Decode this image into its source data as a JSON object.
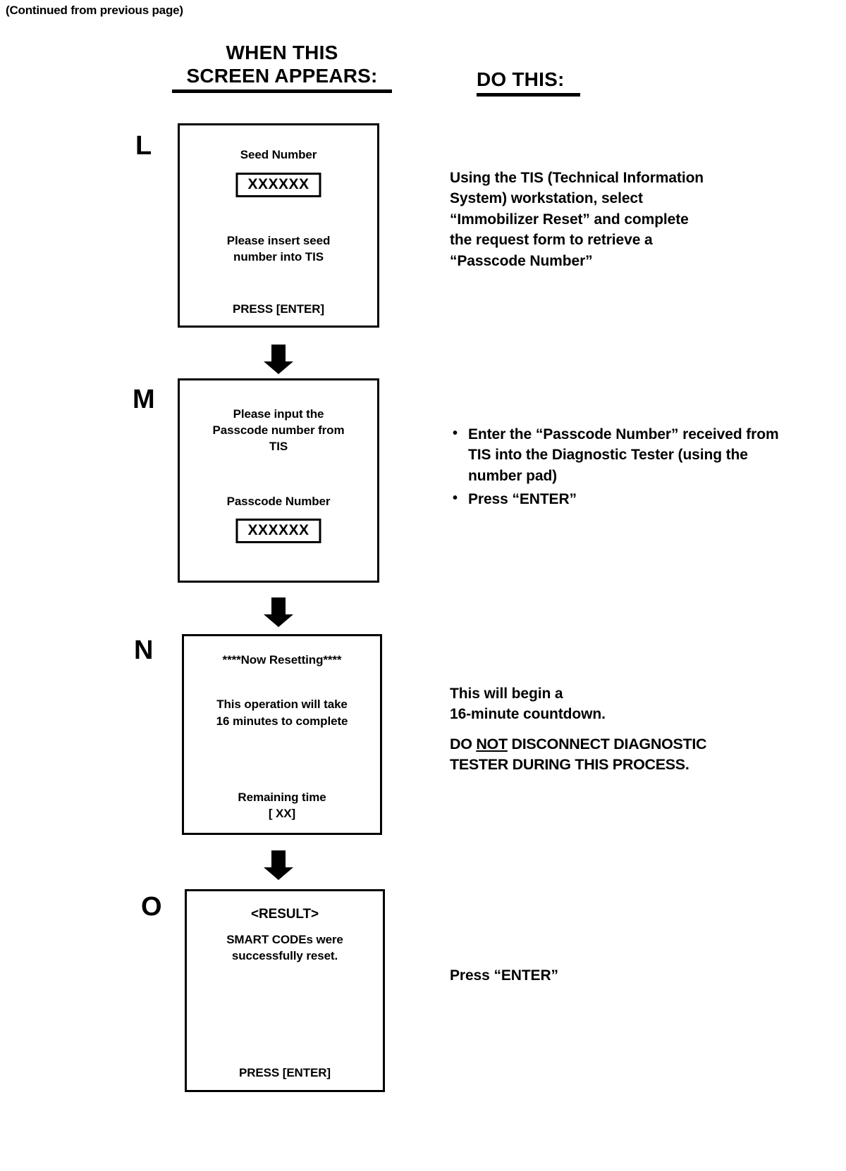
{
  "page": {
    "continued_note": "(Continued from previous page)"
  },
  "columns": {
    "left_header_line1": "WHEN THIS",
    "left_header_line2": "SCREEN APPEARS:",
    "right_header": "DO THIS:"
  },
  "steps": [
    {
      "label": "L",
      "screen": {
        "title": "Seed Number",
        "value": "XXXXXX",
        "message_line1": "Please insert seed",
        "message_line2": "number into TIS",
        "footer": "PRESS [ENTER]"
      },
      "instruction": {
        "type": "paragraph",
        "lines": [
          "Using the TIS (Technical Information",
          "System) workstation, select",
          "“Immobilizer Reset” and complete",
          "the request form to retrieve a",
          "“Passcode Number”"
        ]
      }
    },
    {
      "label": "M",
      "screen": {
        "message_line1": "Please input the",
        "message_line2": "Passcode number from",
        "message_line3": "TIS",
        "title": "Passcode Number",
        "value": "XXXXXX"
      },
      "instruction": {
        "type": "bullets",
        "items": [
          "Enter the “Passcode Number” received from TIS into the Diagnostic Tester (using the number pad)",
          "Press “ENTER”"
        ]
      }
    },
    {
      "label": "N",
      "screen": {
        "title": "****Now Resetting****",
        "message_line1": "This operation will take",
        "message_line2": "16 minutes to complete",
        "footer_line1": "Remaining time",
        "footer_line2": "[ XX]"
      },
      "instruction": {
        "type": "paragraph-warning",
        "lines": [
          "This will begin a",
          "16-minute countdown."
        ],
        "warning_pre": "DO ",
        "warning_underlined": "NOT",
        "warning_post_line1": " DISCONNECT DIAGNOSTIC",
        "warning_post_line2": "TESTER DURING THIS PROCESS."
      }
    },
    {
      "label": "O",
      "screen": {
        "title": "<RESULT>",
        "message_line1": "SMART CODEs were",
        "message_line2": "successfully reset.",
        "footer": "PRESS [ENTER]"
      },
      "instruction": {
        "type": "paragraph",
        "lines": [
          "Press “ENTER”"
        ]
      }
    }
  ],
  "icons": {
    "arrow": "down-arrow-icon"
  },
  "colors": {
    "ink": "#000000",
    "paper": "#ffffff"
  }
}
